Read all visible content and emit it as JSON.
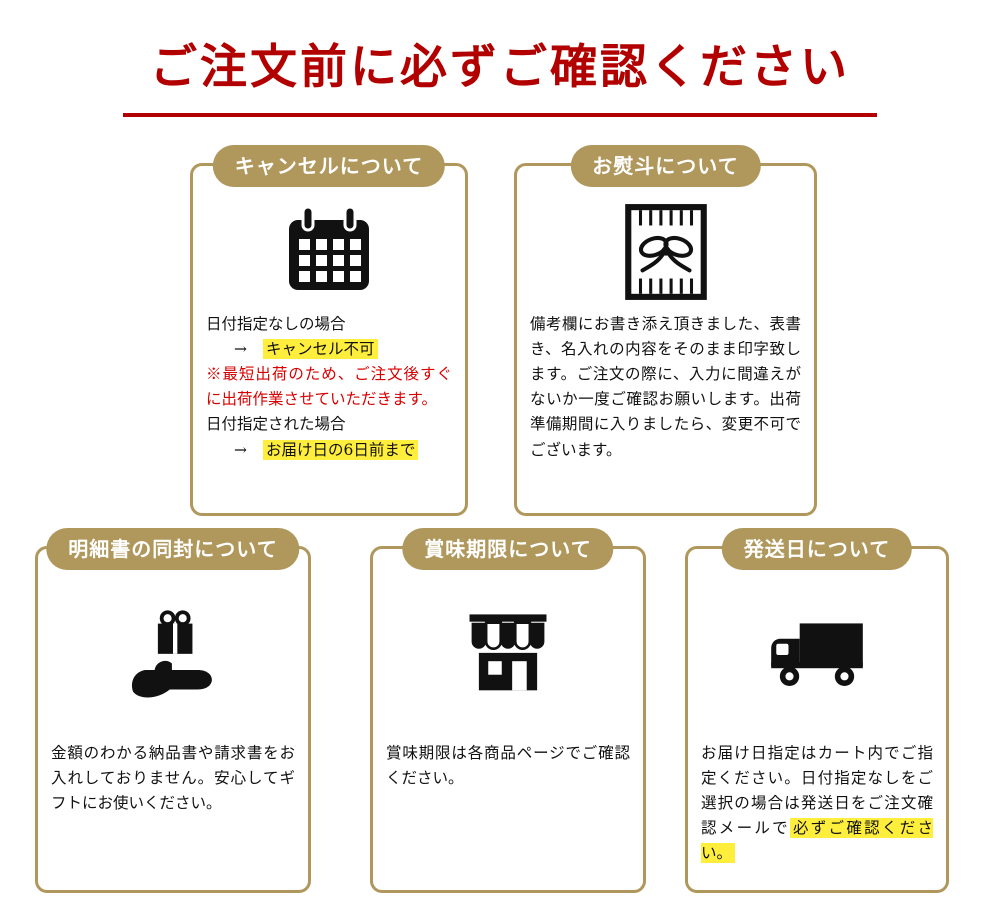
{
  "page": {
    "title": "ご注文前に必ずご確認ください"
  },
  "colors": {
    "title_red": "#b20000",
    "card_gold": "#b0975b",
    "highlight_yellow": "#ffee3c",
    "warning_red": "#d80000",
    "text": "#111111"
  },
  "cards": {
    "cancel": {
      "badge": "キャンセルについて",
      "icon": "calendar-icon",
      "line1": "日付指定なしの場合",
      "arrow1": "→",
      "line2_highlight": "キャンセル不可",
      "warning": "※最短出荷のため、ご注文後すぐに出荷作業させていただきます。",
      "line3": "日付指定された場合",
      "arrow2": "→",
      "line4_highlight": "お届け日の6日前まで"
    },
    "noshi": {
      "badge": "お熨斗について",
      "icon": "noshi-icon",
      "body": "備考欄にお書き添え頂きました、表書き、名入れの内容をそのまま印字致します。ご注文の際に、入力に間違えがないか一度ご確認お願いします。出荷準備期間に入りましたら、変更不可でございます。"
    },
    "invoice": {
      "badge": "明細書の同封について",
      "icon": "gift-hand-icon",
      "body": "金額のわかる納品書や請求書をお入れしておりません。安心してギフトにお使いください。"
    },
    "expiry": {
      "badge": "賞味期限について",
      "icon": "store-icon",
      "body": "賞味期限は各商品ページでご確認ください。"
    },
    "shipping": {
      "badge": "発送日について",
      "icon": "truck-icon",
      "body_start": "お届け日指定はカート内でご指定ください。日付指定なしをご選択の場合は発送日をご注文確認メールで",
      "body_highlight": "必ずご確認ください。"
    }
  }
}
